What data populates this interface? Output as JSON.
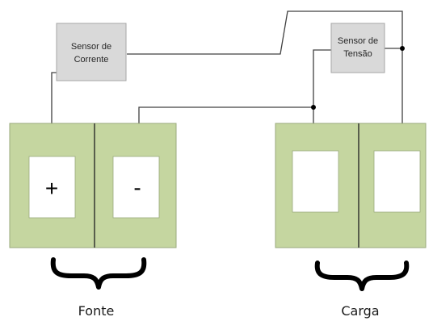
{
  "colors": {
    "panel_fill": "#c5d6a0",
    "panel_stroke": "#9aaa7d",
    "sensor_fill": "#d9d9d9",
    "sensor_stroke": "#a6a6a6",
    "wire": "#404040",
    "divider": "#1f1f1f",
    "brace": "#000000"
  },
  "sensors": {
    "current": {
      "line1": "Sensor de",
      "line2": "Corrente"
    },
    "voltage": {
      "line1": "Sensor de",
      "line2": "Tensão"
    }
  },
  "fonte": {
    "label": "Fonte",
    "plus_symbol": "+",
    "minus_symbol": "-"
  },
  "carga": {
    "label": "Carga"
  }
}
